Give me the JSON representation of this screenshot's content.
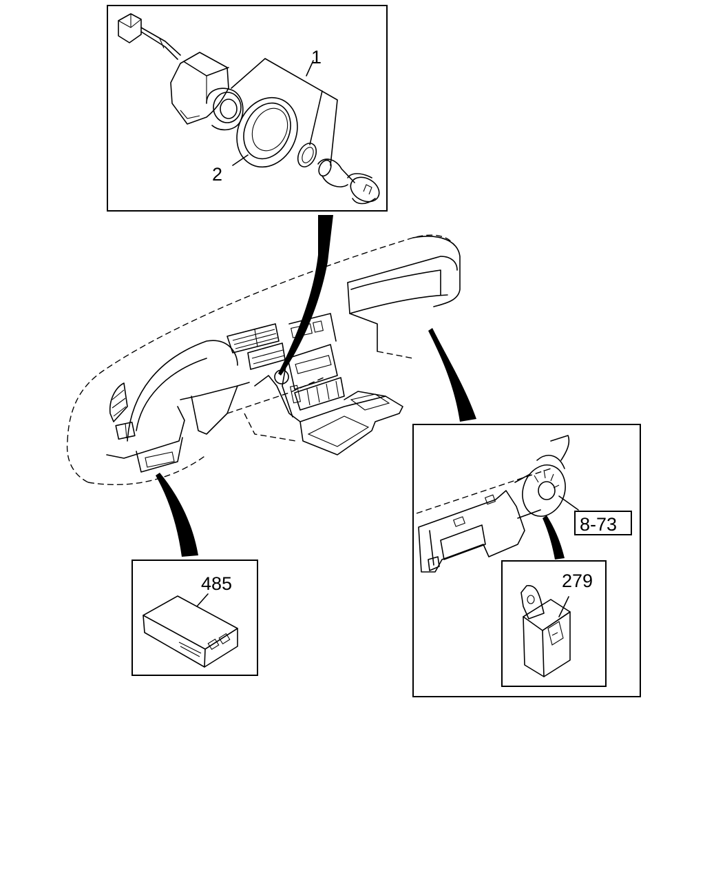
{
  "callouts": {
    "top_part_1": "1",
    "top_part_2": "2",
    "bottom_left_part": "485",
    "right_reference": "8-73",
    "right_inner_part": "279"
  }
}
